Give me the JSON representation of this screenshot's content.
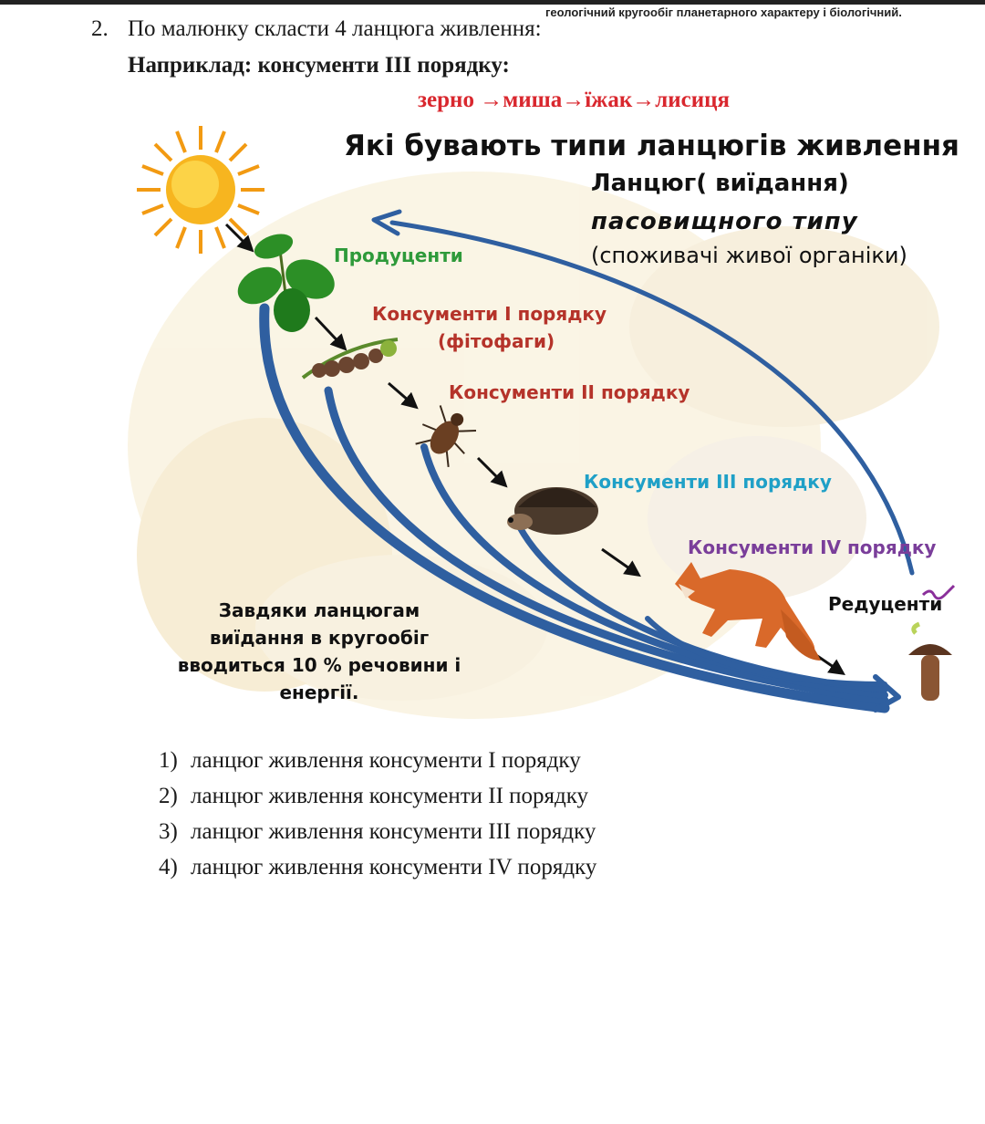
{
  "top_note": "геологічний кругообіг планетарного характеру і біологічний.",
  "task": {
    "number": "2.",
    "text": "По малюнку скласти 4 ланцюга живлення:",
    "example_label": "Наприклад: консументи ІІІ порядку:",
    "example_chain": "зерно →миша→їжак→лисиця"
  },
  "figure": {
    "title": "Які бувають типи ланцюгів живлення",
    "chain_heading": "Ланцюг( виїдання)",
    "chain_type": "пасовищного типу",
    "chain_desc": "(споживачі живої органіки)",
    "labels": {
      "producers": "Продуценти",
      "consumers_1": "Консументи  І порядку",
      "consumers_1_note": "(фітофаги)",
      "consumers_2": "Консументи ІІ порядку",
      "consumers_3": "Консументи ІІІ порядку",
      "consumers_4": "Консументи IV порядку",
      "reducers": "Редуценти"
    },
    "caption": [
      "Завдяки ланцюгам",
      "виїдання в кругообіг",
      "вводиться 10 % речовини і енергії."
    ],
    "colors": {
      "arrow": "#2f5fa0",
      "producers": "#2e9a3a",
      "consumers": "#b5332a",
      "consumers_3": "#1fa0c7",
      "consumers_4": "#7a3e9a"
    },
    "icons": [
      "sun-icon",
      "leaf-icon",
      "caterpillar-icon",
      "beetle-icon",
      "hedgehog-icon",
      "fox-icon",
      "mushroom-icon"
    ]
  },
  "tasks": [
    {
      "num": "1)",
      "text": "ланцюг живлення консументи І порядку"
    },
    {
      "num": "2)",
      "text": "ланцюг живлення консументи ІІ порядку"
    },
    {
      "num": "3)",
      "text": "ланцюг живлення консументи ІІІ порядку"
    },
    {
      "num": "4)",
      "text": "ланцюг живлення консументи IV порядку"
    }
  ]
}
